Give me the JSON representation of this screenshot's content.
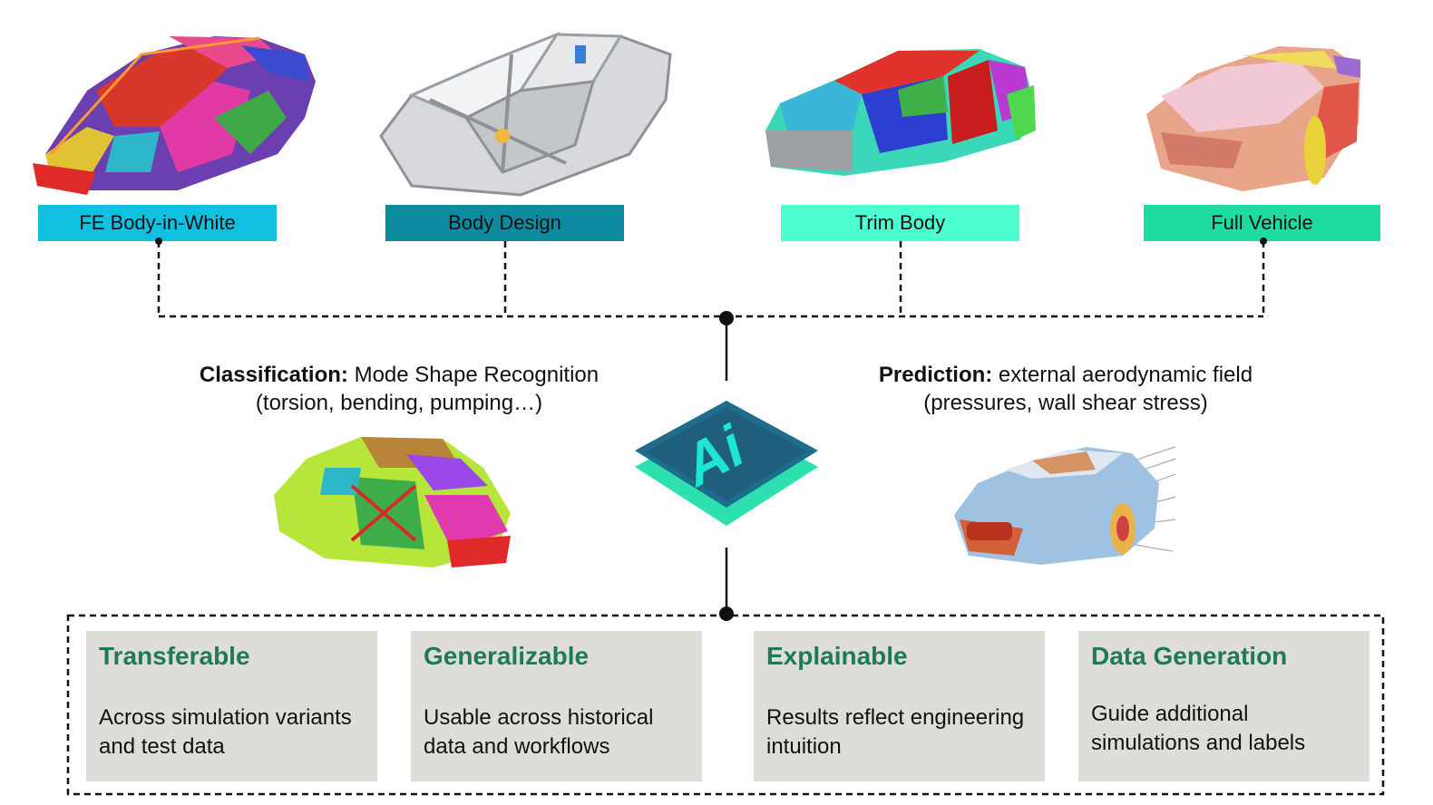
{
  "stages": [
    {
      "label": "FE Body-in-White",
      "color": "#0fc0df"
    },
    {
      "label": "Body Design",
      "color": "#0e8aa0"
    },
    {
      "label": "Trim Body",
      "color": "#4cffd0"
    },
    {
      "label": "Full Vehicle",
      "color": "#1edba0"
    }
  ],
  "classification": {
    "label": "Classification:",
    "text": "Mode Shape Recognition",
    "detail": "(torsion, bending, pumping…)"
  },
  "prediction": {
    "label": "Prediction:",
    "text": "external aerodynamic field",
    "detail": "(pressures, wall shear stress)"
  },
  "ai_logo": {
    "text": "Ai",
    "colors": {
      "top": "#1f6d8c",
      "side": "#2de0b0",
      "letters": "#1fe6d0"
    }
  },
  "cards": [
    {
      "title": "Transferable",
      "text": "Across simulation variants and test data"
    },
    {
      "title": "Generalizable",
      "text": "Usable across historical data and workflows"
    },
    {
      "title": "Explainable",
      "text": "Results reflect engineering intuition"
    },
    {
      "title": "Data Generation",
      "text": "Guide additional simulations and labels"
    }
  ],
  "card_colors": {
    "background": "#deddd8",
    "title": "#1f7a55"
  }
}
